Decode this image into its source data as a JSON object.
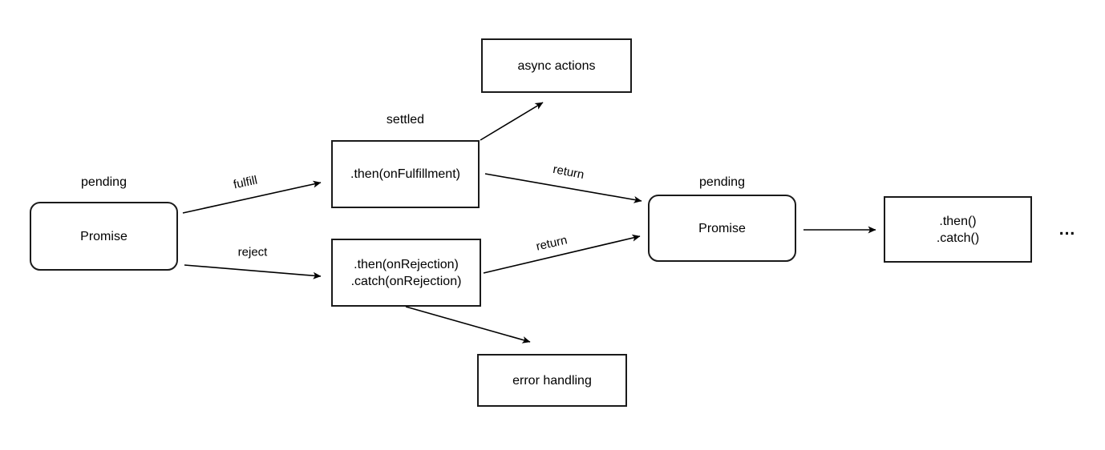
{
  "colors": {
    "stroke": "#000000",
    "text": "#000000",
    "background": "#ffffff"
  },
  "diagram": {
    "promise1": {
      "state": "pending",
      "label": "Promise"
    },
    "fulfill_edge": {
      "label": "fulfill"
    },
    "reject_edge": {
      "label": "reject"
    },
    "then_fulfillment": {
      "state": "settled",
      "label": ".then(onFulfillment)"
    },
    "then_rejection": {
      "label_line1": ".then(onRejection)",
      "label_line2": ".catch(onRejection)"
    },
    "async_actions": {
      "label": "async actions"
    },
    "error_handling": {
      "label": "error handling"
    },
    "return_top_edge": {
      "label": "return"
    },
    "return_bottom_edge": {
      "label": "return"
    },
    "promise2": {
      "state": "pending",
      "label": "Promise"
    },
    "then_catch": {
      "label_line1": ".then()",
      "label_line2": ".catch()"
    },
    "continuation": {
      "label": "..."
    }
  }
}
